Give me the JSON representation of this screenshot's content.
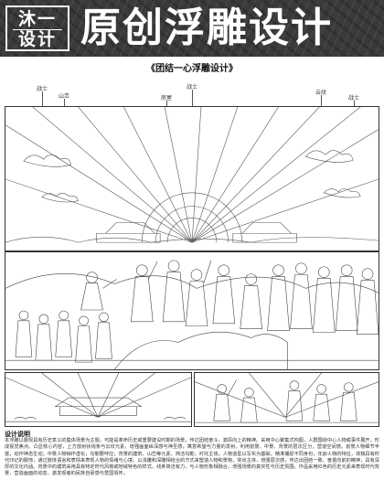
{
  "header": {
    "logo_line1": "沐一",
    "logo_line2": "设计",
    "title": "原创浮雕设计"
  },
  "subtitle": "《团结一心浮雕设计》",
  "callouts": {
    "warrior_left": "战士",
    "mountain": "山峦",
    "warrior_center": "战士",
    "house": "房屋",
    "cloud": "云纹",
    "warrior_right": "战士"
  },
  "description": {
    "title": "设计说明",
    "text": "本浮雕以展现具有历史意义的集体场景为主题，可能是革命历史或重要建设时期的场景，传达团结奋斗，激昂向上的精神。采用中心聚集式构图，人群围绕中心人物或事件展开，形成视觉焦点。凸显核心内容，上方放射状线条与云纹元素，增强画面纵深感与神圣感，寓意希望与力量的发射。利用前景、中景、背景的层次区分，营造空间感。前景人物细节丰富，动作神态生动；中景人物稍作虚化，勾勒要呼应；背景的建筑、山峦等元素，简洁勾勒，衬托主体。人物造型以写实为基础，精准捕捉不同身份，年龄人物的特征，体貌具有时代印记的服饰，通过肢体语言和表情来表现人物的情绪与心境。以浅雕和深雕相结合的方式来塑造人物和景物，突出主体，增强层次感，传达出团结一致、奋勇向前的精神，具有深厚的文化内涵。背景中的建筑采用具有特定时代风格或地域特色的样式，线条简洁有力，与人物形象相融合，增强场景的真实性与历史氛围。作品采用红色的历史元素来表现时代背景，营造画面的动态，激发观者的民族自豪感与爱国情怀。"
  }
}
